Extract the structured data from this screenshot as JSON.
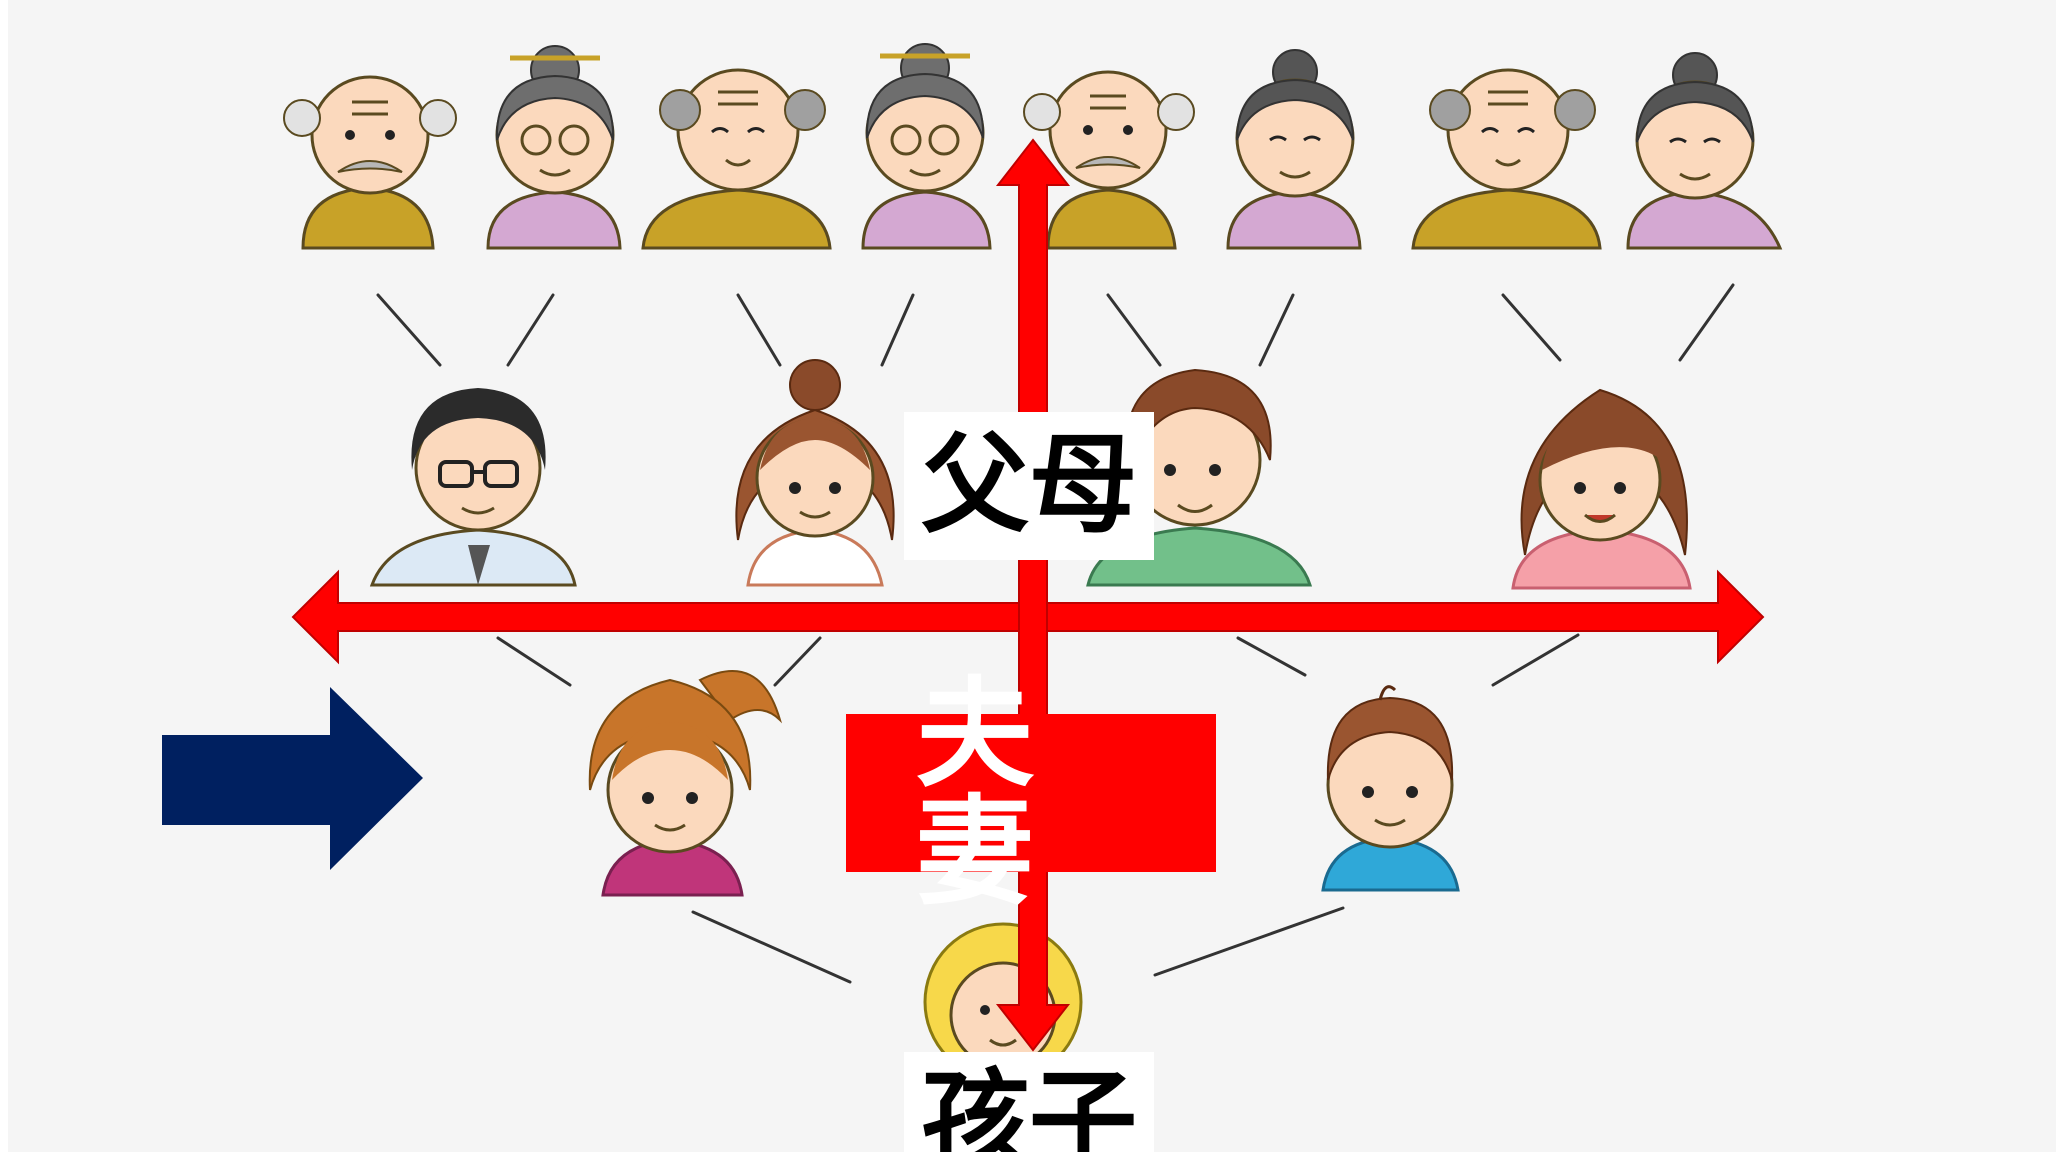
{
  "labels": {
    "parents": "父母",
    "couple": "夫妻",
    "children": "孩子"
  },
  "colors": {
    "background": "#f5f5f5",
    "axis_arrow": "#ff0000",
    "pointer_arrow": "#002060",
    "couple_box": "#ff0000",
    "connector_line": "#333333"
  },
  "icons": {
    "grandparents": [
      "grandpa-icon",
      "grandma-icon",
      "grandpa-icon",
      "grandma-icon",
      "grandpa-icon",
      "grandma-icon",
      "grandpa-icon",
      "grandma-icon"
    ],
    "parents": [
      "father-icon",
      "mother-icon",
      "father-icon",
      "mother-icon"
    ],
    "couple": [
      "wife-icon",
      "husband-icon"
    ],
    "child": "baby-icon",
    "pointer": "right-arrow-icon"
  }
}
